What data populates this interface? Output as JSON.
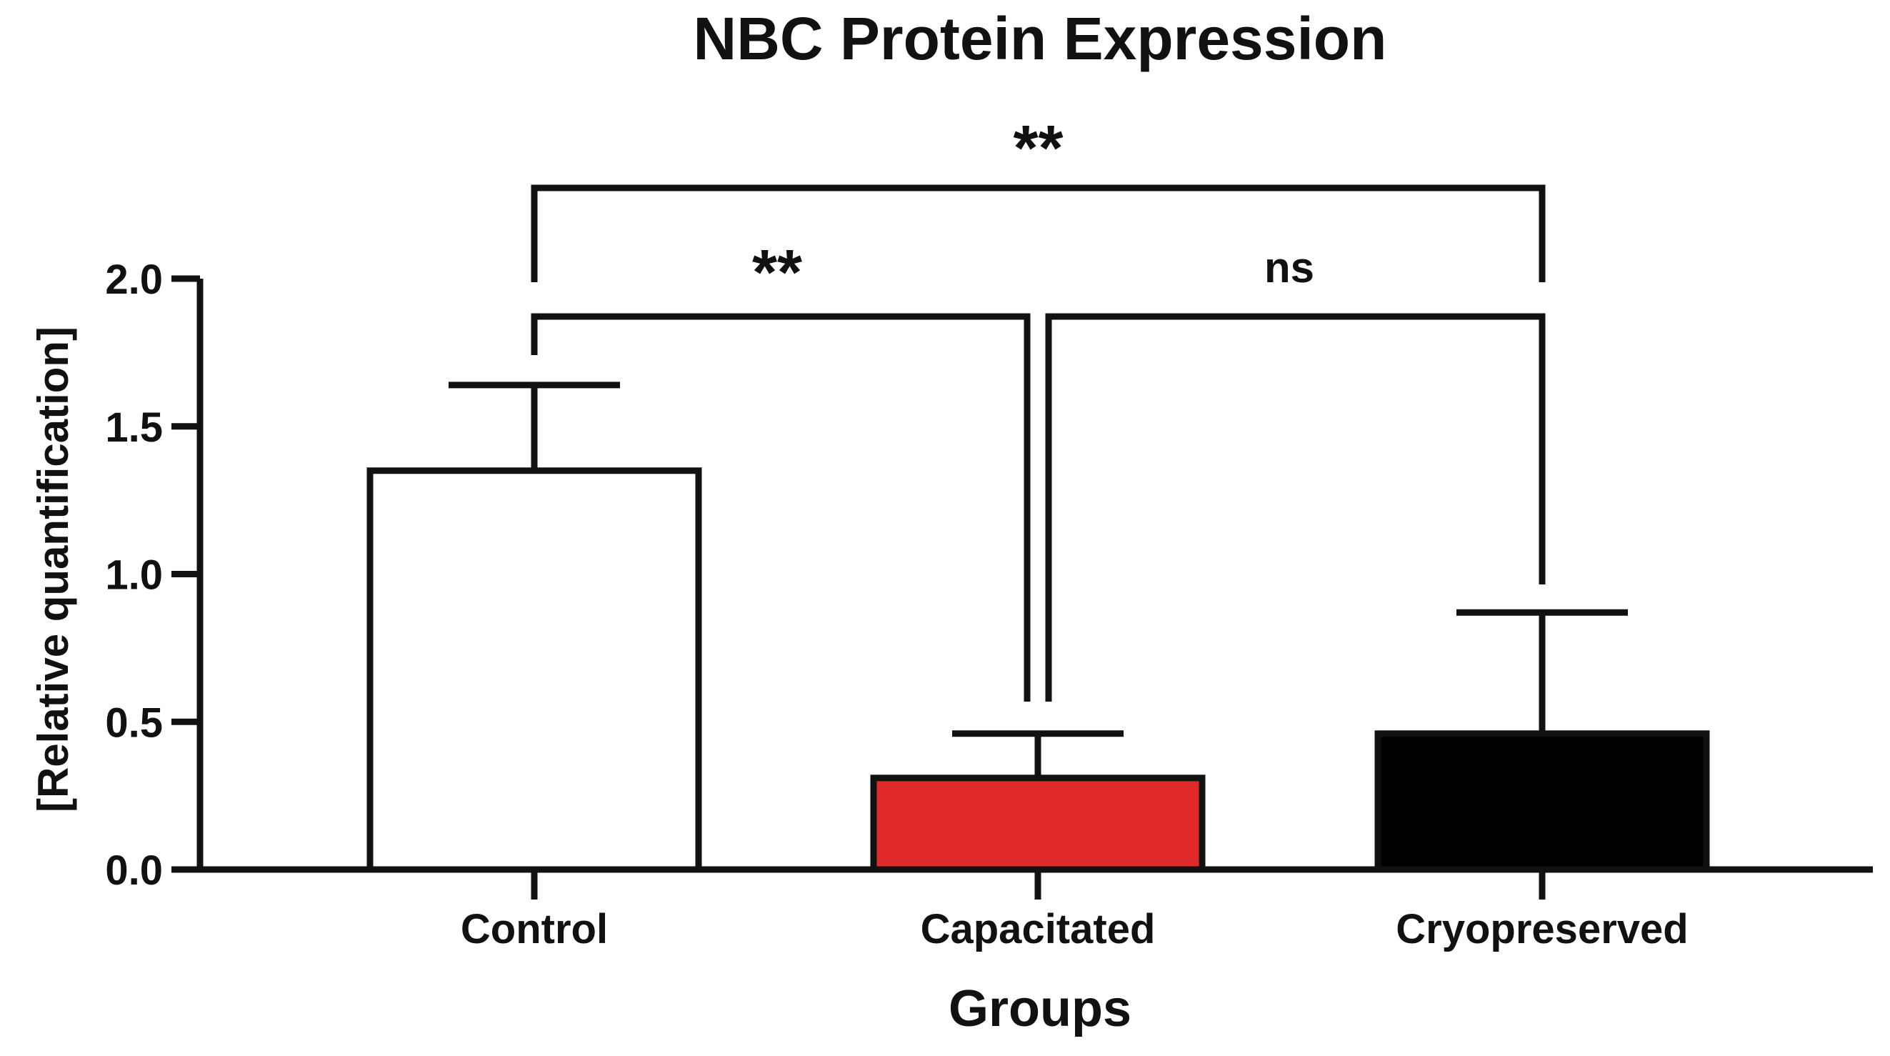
{
  "chart_data": {
    "type": "bar",
    "title": "NBC Protein Expression",
    "xlabel": "Groups",
    "ylabel": "[Relative quantification]",
    "ylim": [
      0,
      2.0
    ],
    "yticks": [
      "0.0",
      "0.5",
      "1.0",
      "1.5",
      "2.0"
    ],
    "categories": [
      "Control",
      "Capacitated",
      "Cryopreserved"
    ],
    "values": [
      1.35,
      0.31,
      0.46
    ],
    "error": [
      0.29,
      0.15,
      0.41
    ],
    "bar_colors": [
      "#ffffff",
      "#e02a2a",
      "#000000"
    ],
    "comparisons": [
      {
        "from": "Control",
        "to": "Cryopreserved",
        "label": "**"
      },
      {
        "from": "Control",
        "to": "Capacitated",
        "label": "**"
      },
      {
        "from": "Capacitated",
        "to": "Cryopreserved",
        "label": "ns"
      }
    ],
    "grid": false,
    "legend": "none"
  }
}
